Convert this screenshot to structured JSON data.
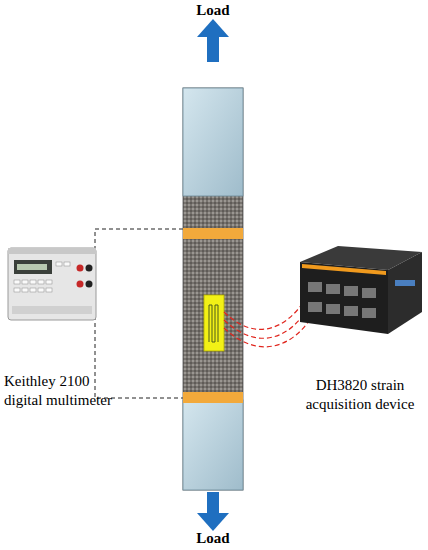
{
  "diagram": {
    "nodes": [
      {
        "text": [
          "Keithley 2100 digital multimeter"
        ]
      },
      {
        "text": [
          "DH3820 strain acquisition device"
        ]
      }
    ],
    "labels": [
      "Load",
      "Load"
    ]
  }
}
